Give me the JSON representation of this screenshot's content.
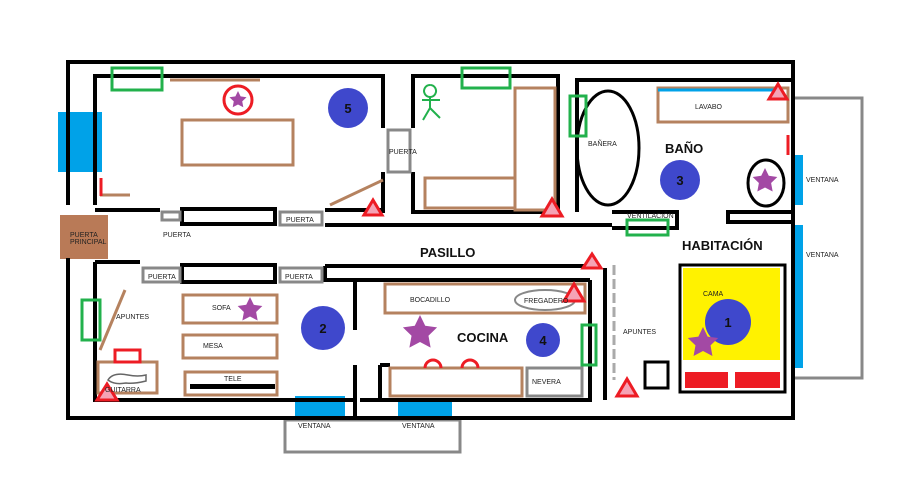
{
  "colors": {
    "wall": "#000000",
    "furniture": "#b5825f",
    "window": "#00a2e8",
    "green": "#22b14c",
    "marker": "#3f48cc",
    "star": "#a349a4",
    "warning": "#ed1c24",
    "warning_fill": "#f5a3b5",
    "bed": "#fff200",
    "door": "#7f7f7f",
    "main_door": "#b97a57"
  },
  "rooms": {
    "pasillo": "PASILLO",
    "bano": "BAÑO",
    "habitacion": "HABITACIÓN",
    "cocina": "COCINA"
  },
  "labels": {
    "puerta_principal_1": "PUERTA",
    "puerta_principal_2": "PRINCIPAL",
    "puerta": "PUERTA",
    "banera": "BAÑERA",
    "lavabo": "LAVABO",
    "ventilacion": "VENTILACIÓN",
    "ventana": "VENTANA",
    "sofa": "SOFA",
    "mesa": "MESA",
    "tele": "TELE",
    "guitarra": "GUITARRA",
    "apuntes": "APUNTES",
    "bocadillo": "BOCADILLO",
    "fregadero": "FREGADERO",
    "nevera": "NEVERA",
    "cama": "CAMA"
  },
  "markers": [
    "1",
    "2",
    "3",
    "4",
    "5"
  ]
}
